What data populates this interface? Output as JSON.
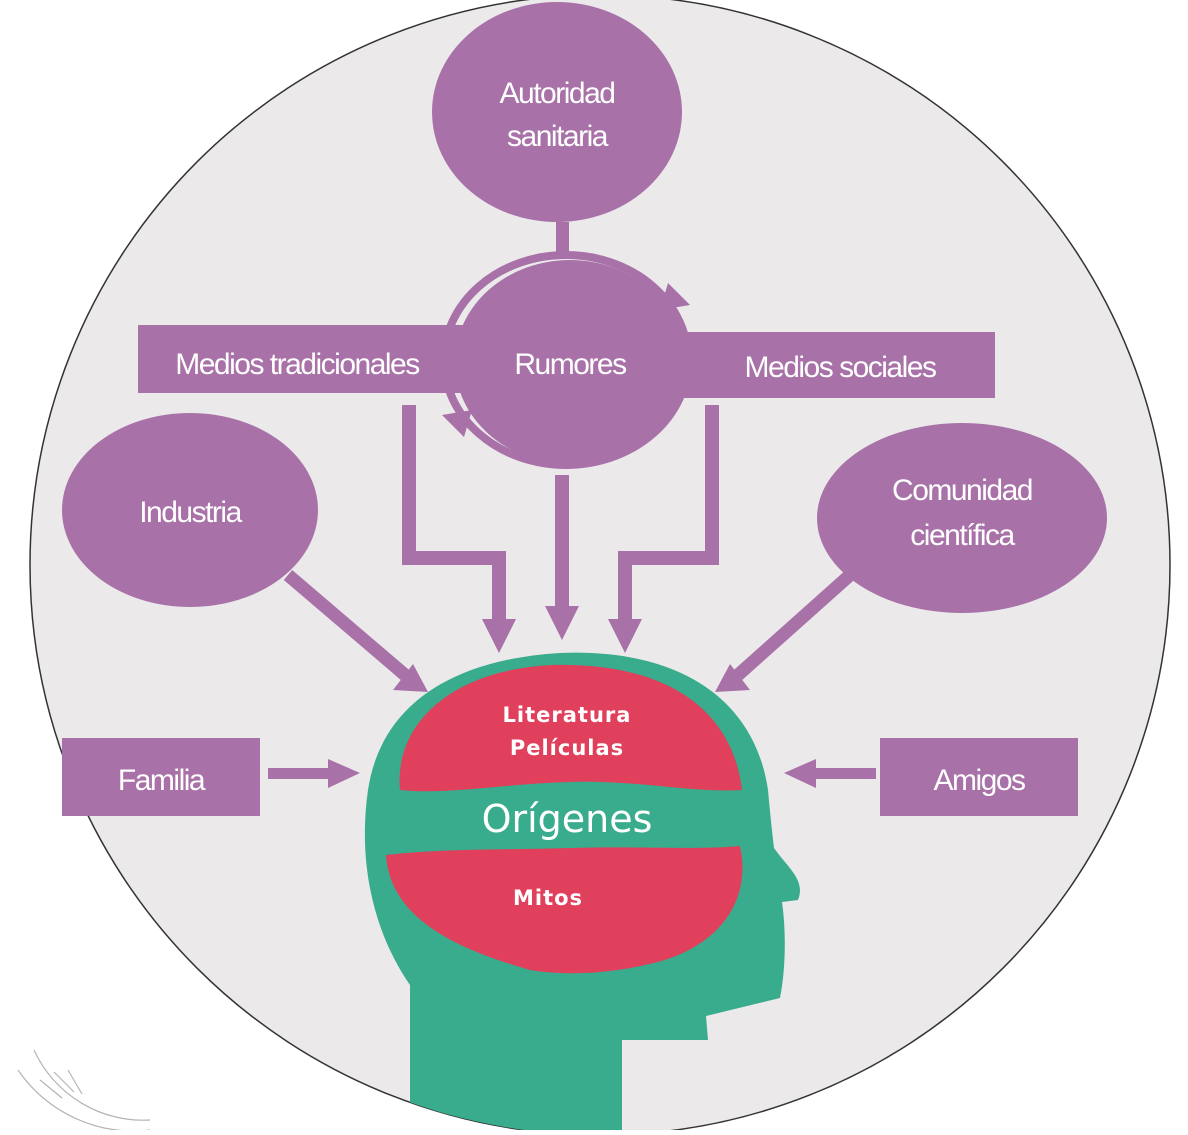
{
  "nodes": {
    "autoridad": {
      "line1": "Autoridad",
      "line2": "sanitaria"
    },
    "rumores": "Rumores",
    "medios_tradicionales": "Medios tradicionales",
    "medios_sociales": "Medios sociales",
    "industria": "Industria",
    "comunidad": {
      "line1": "Comunidad",
      "line2": "científica"
    },
    "familia": "Familia",
    "amigos": "Amigos"
  },
  "head": {
    "top_line1": "Literatura",
    "top_line2": "Películas",
    "middle": "Orígenes",
    "bottom": "Mitos"
  },
  "colors": {
    "node_purple": "#a872a8",
    "head_green": "#38ac8c",
    "brain_red": "#e0405c",
    "background_circle": "#ebe9ea",
    "outline": "#333333"
  }
}
